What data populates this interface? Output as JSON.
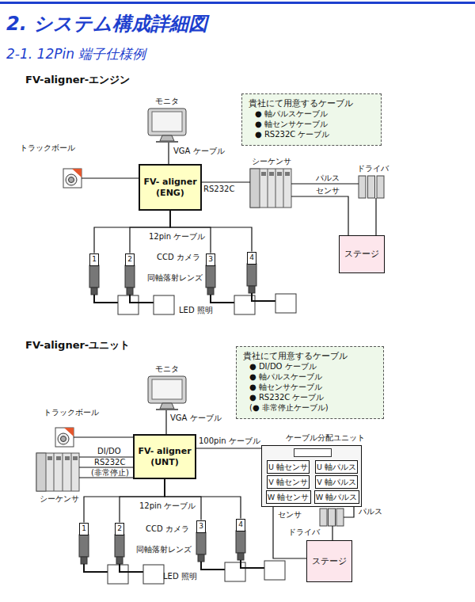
{
  "diagram": {
    "title": "2. システム構成詳細図",
    "nodes": [
      {
        "text": [
          "貴社にて用意するケーブル",
          "● 軸パルスケーブル",
          "● 軸センサケーブル",
          "● RS232C ケーブル"
        ]
      },
      {
        "text": [
          "モニタ"
        ]
      },
      {
        "text": [
          "トラックボール"
        ]
      },
      {
        "text": [
          "FV- aligner",
          "(ENG)"
        ]
      },
      {
        "text": [
          "シーケンサ"
        ]
      },
      {
        "text": [
          "ドライバ"
        ]
      },
      {
        "text": [
          "ステージ"
        ]
      },
      {
        "text": [
          "1"
        ]
      },
      {
        "text": [
          "2"
        ]
      },
      {
        "text": [
          "3"
        ]
      },
      {
        "text": [
          "4"
        ]
      },
      {
        "text": [
          "貴社にて用意するケーブル",
          "● DI/DO ケーブル",
          "● 軸パルスケーブル",
          "● 軸センサケーブル",
          "● RS232C ケーブル",
          "(● 非常停止ケーブル)"
        ]
      },
      {
        "text": [
          "モニタ"
        ]
      },
      {
        "text": [
          "トラックボール"
        ]
      },
      {
        "text": [
          "FV- aligner",
          "(UNT)"
        ]
      },
      {
        "text": [
          "シーケンサ"
        ]
      },
      {
        "text": [
          "ケーブル分配ユニット"
        ]
      },
      {
        "text": [
          "U 軸センサ"
        ],
        "in": 16
      },
      {
        "text": [
          "U 軸パルス"
        ],
        "in": 16
      },
      {
        "text": [
          "V 軸センサ"
        ],
        "in": 16
      },
      {
        "text": [
          "V 軸パルス"
        ],
        "in": 16
      },
      {
        "text": [
          "W 軸センサ"
        ],
        "in": 16
      },
      {
        "text": [
          "W 軸パルス"
        ],
        "in": 16
      },
      {
        "text": [
          "ドライバ"
        ]
      },
      {
        "text": [
          "ステージ"
        ]
      },
      {
        "text": [
          "1"
        ]
      },
      {
        "text": [
          "2"
        ]
      },
      {
        "text": [
          "3"
        ]
      },
      {
        "text": [
          "4"
        ]
      }
    ],
    "edges": [
      {
        "from": 1,
        "to": 3,
        "label": "VGA ケーブル",
        "arrow": "none"
      },
      {
        "from": 2,
        "to": 3,
        "arrow": "none"
      },
      {
        "from": 3,
        "to": 4,
        "label": "RS232C",
        "arrow": "none"
      },
      {
        "from": 4,
        "to": 5,
        "label": "パルス",
        "arrow": "none"
      },
      {
        "from": 4,
        "to": 6,
        "label": "センサ",
        "arrow": "none"
      },
      {
        "from": 5,
        "to": 6,
        "arrow": "none"
      },
      {
        "from": 3,
        "to": 7,
        "arrow": "none"
      },
      {
        "from": 3,
        "to": 8,
        "arrow": "none"
      },
      {
        "from": 3,
        "to": 9,
        "arrow": "none"
      },
      {
        "from": 3,
        "to": 10,
        "arrow": "none"
      },
      {
        "from": 12,
        "to": 14,
        "label": "VGA ケーブル",
        "arrow": "none"
      },
      {
        "from": 13,
        "to": 14,
        "arrow": "none"
      },
      {
        "from": 14,
        "to": 15,
        "label": "DI/DO",
        "arrow": "none"
      },
      {
        "from": 14,
        "to": 15,
        "label": "RS232C",
        "arrow": "none"
      },
      {
        "from": 14,
        "to": 15,
        "label": "(非常停止)",
        "arrow": "none"
      },
      {
        "from": 14,
        "to": 16,
        "label": "100pin ケーブル",
        "arrow": "none"
      },
      {
        "from": 16,
        "to": 24,
        "label": "センサ",
        "arrow": "none"
      },
      {
        "from": 16,
        "to": 23,
        "label": "パルス",
        "arrow": "none"
      },
      {
        "from": 23,
        "to": 24,
        "arrow": "none"
      },
      {
        "from": 14,
        "to": 25,
        "arrow": "none"
      },
      {
        "from": 14,
        "to": 26,
        "arrow": "none"
      },
      {
        "from": 14,
        "to": 27,
        "arrow": "none"
      },
      {
        "from": 14,
        "to": 28,
        "arrow": "none"
      }
    ],
    "labels": [
      "2-1. 12Pin 端子仕様例",
      "FV-aligner-エンジン",
      "12pin ケーブル",
      "CCD カメラ",
      "同軸落射レンズ",
      "LED 照明",
      "FV-aligner-ユニット",
      "12pin ケーブル",
      "CCD カメラ",
      "同軸落射レンズ",
      "LED 照明"
    ]
  }
}
